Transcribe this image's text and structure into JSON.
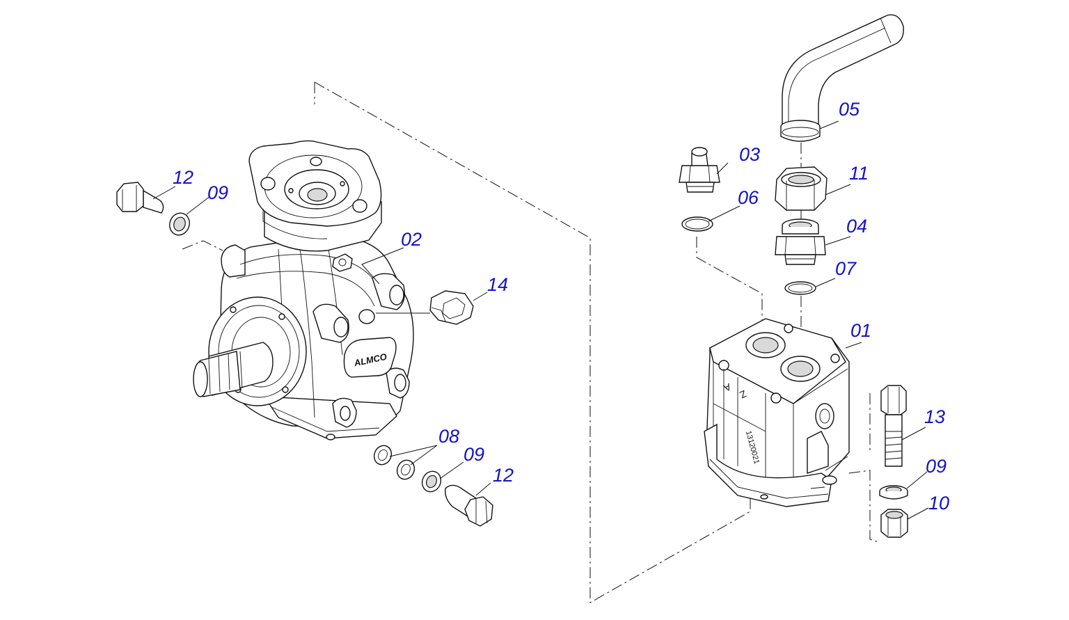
{
  "labels": {
    "l01": "01",
    "l02": "02",
    "l03": "03",
    "l04": "04",
    "l05": "05",
    "l06": "06",
    "l07": "07",
    "l08": "08",
    "l09_a": "09",
    "l09_b": "09",
    "l09_c": "09",
    "l10": "10",
    "l11": "11",
    "l12_a": "12",
    "l12_b": "12",
    "l13": "13",
    "l14": "14"
  },
  "markings": {
    "brand": "ALMCO",
    "serial": "13120021",
    "letter_a": "A",
    "letter_z": "Z"
  },
  "colors": {
    "label": "#1212c8",
    "line": "#111111"
  }
}
